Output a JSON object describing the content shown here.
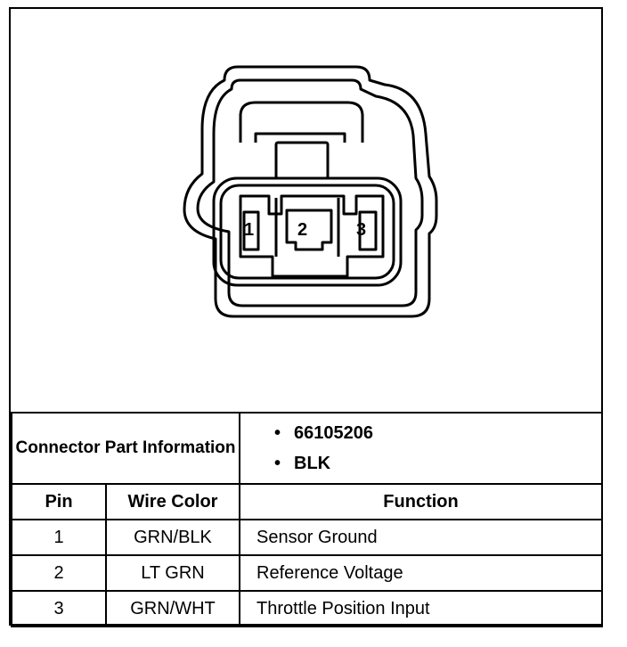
{
  "connector": {
    "pin_labels": [
      "1",
      "2",
      "3"
    ]
  },
  "info": {
    "header_label": "Connector Part Information",
    "bullet": "•",
    "part_number": "66105206",
    "color": "BLK"
  },
  "table": {
    "columns": [
      "Pin",
      "Wire Color",
      "Function"
    ],
    "rows": [
      {
        "pin": "1",
        "wire": "GRN/BLK",
        "function": "Sensor Ground"
      },
      {
        "pin": "2",
        "wire": "LT GRN",
        "function": "Reference Voltage"
      },
      {
        "pin": "3",
        "wire": "GRN/WHT",
        "function": "Throttle Position Input"
      }
    ]
  }
}
